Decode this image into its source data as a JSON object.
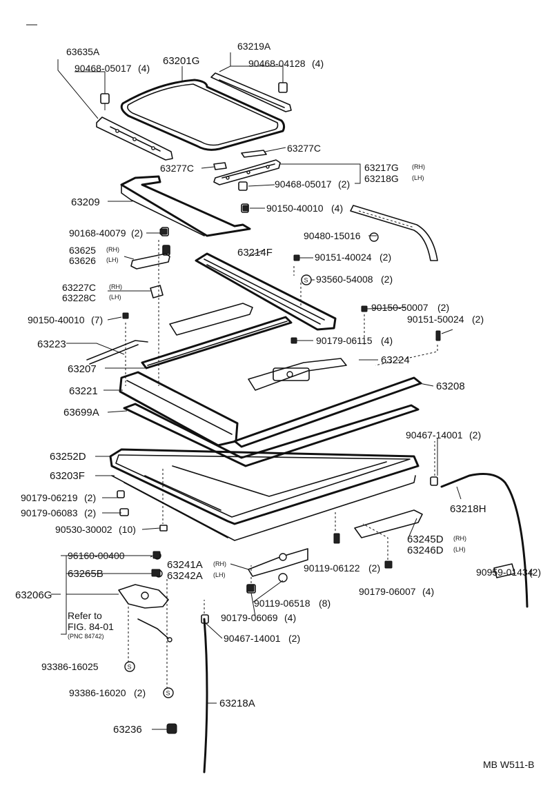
{
  "diagram_id": "MB W511-B",
  "labels": {
    "l63635A": "63635A",
    "l90468_05017a": "90468-05017",
    "l63201G": "63201G",
    "l63219A": "63219A",
    "l90468_04128": "90468-04128",
    "l63277C_top": "63277C",
    "l63277C_left": "63277C",
    "l63217G": "63217G",
    "l63218G": "63218G",
    "l90468_05017b": "90468-05017",
    "l63209": "63209",
    "l90150_40010a": "90150-40010",
    "l90168_40079": "90168-40079",
    "l90480_15016": "90480-15016",
    "l63625": "63625",
    "l63626": "63626",
    "l63214F": "63214F",
    "l90151_40024": "90151-40024",
    "l93560_54008": "93560-54008",
    "l63227C": "63227C",
    "l63228C": "63228C",
    "l90150_50007": "90150-50007",
    "l90151_50024": "90151-50024",
    "l90150_40010b": "90150-40010",
    "l90179_06115": "90179-06115",
    "l63223": "63223",
    "l63224": "63224",
    "l63207": "63207",
    "l63208": "63208",
    "l63221": "63221",
    "l63699A": "63699A",
    "l90467_14001a": "90467-14001",
    "l63252D": "63252D",
    "l63203F": "63203F",
    "l63218H": "63218H",
    "l90179_06219": "90179-06219",
    "l90179_06083": "90179-06083",
    "l90530_30002": "90530-30002",
    "l63245D": "63245D",
    "l63246D": "63246D",
    "l96160_00400": "96160-00400",
    "l63241A": "63241A",
    "l63242A": "63242A",
    "l63265B": "63265B",
    "l90119_06122": "90119-06122",
    "l90179_06007": "90179-06007",
    "l90959_01434": "90959-01434",
    "l63206G": "63206G",
    "l90119_06518": "90119-06518",
    "l90179_06069": "90179-06069",
    "l90467_14001b": "90467-14001",
    "l93386_16025": "93386-16025",
    "l93386_16020": "93386-16020",
    "l63218A": "63218A",
    "l63236": "63236"
  },
  "quantities": {
    "q90468_05017a": "(4)",
    "q90468_04128": "(4)",
    "q90468_05017b": "(2)",
    "q90150_40010a": "(4)",
    "q90168_40079": "(2)",
    "q90151_40024": "(2)",
    "q93560_54008": "(2)",
    "q90150_50007": "(2)",
    "q90151_50024": "(2)",
    "q90150_40010b": "(7)",
    "q90179_06115": "(4)",
    "q90467_14001a": "(2)",
    "q90179_06219": "(2)",
    "q90179_06083": "(2)",
    "q90530_30002": "(10)",
    "q90119_06122": "(2)",
    "q90179_06007": "(4)",
    "q90959_01434": "(2)",
    "q90119_06518": "(8)",
    "q90179_06069": "(4)",
    "q90467_14001b": "(2)",
    "q93386_16020": "(2)"
  },
  "suffixes": {
    "rh": "(RH)",
    "lh": "(LH)"
  },
  "reference": {
    "line1": "Refer to",
    "line2": "FIG. 84-01",
    "line3": "(PNC 84742)"
  },
  "s_mark": "S"
}
